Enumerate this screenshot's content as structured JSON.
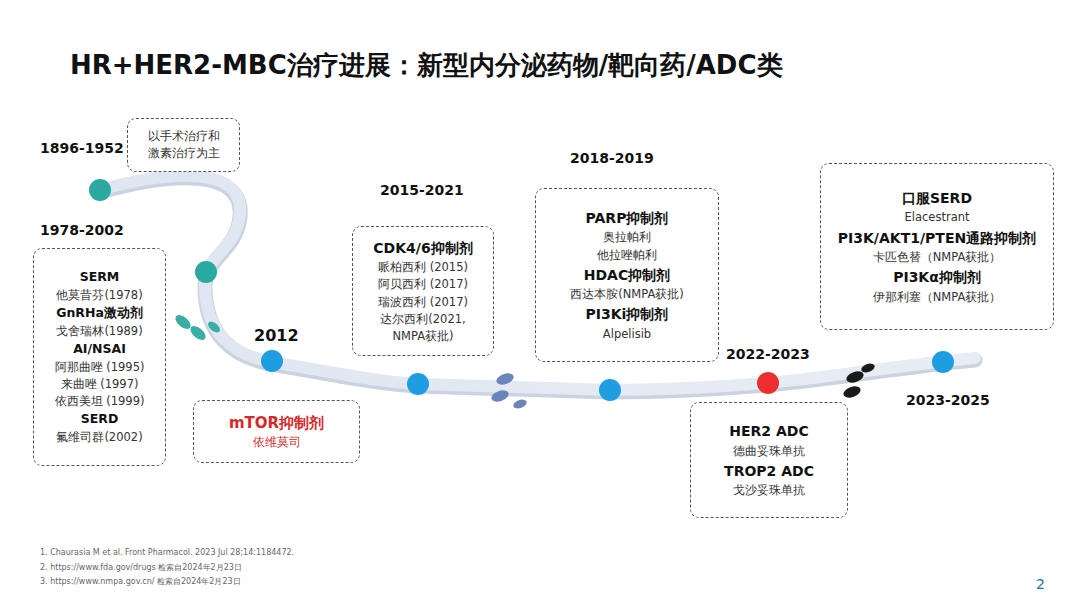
{
  "diagram": {
    "title": "HR+HER2-MBC治疗进展：新型内分泌药物/靶向药/ADC类",
    "nodes": [
      {
        "text": [
          "以手术治疗和 激素治疗为主"
        ]
      },
      {
        "text": [
          "SERM",
          "他莫昔芬(1978)",
          "GnRHa激动剂",
          "戈舍瑞林(1989)",
          "AI/NSAI",
          "阿那曲唑 (1995)",
          "来曲唑 (1997)",
          "依西美坦 (1999)",
          "SERD",
          "氟维司群(2002)"
        ]
      },
      {
        "text": [
          "mTOR抑制剂",
          "依维莫司"
        ]
      },
      {
        "text": [
          "CDK4/6抑制剂",
          "哌柏西利 (2015)",
          "阿贝西利 (2017)",
          "瑞波西利 (2017)",
          "达尔西利(2021, NMPA获批)"
        ]
      },
      {
        "text": [
          "PARP抑制剂",
          "奥拉帕利",
          "他拉唑帕利",
          "HDAC抑制剂",
          "西达本胺(NMPA获批)",
          "PI3Ki抑制剂",
          "Alpelisib"
        ]
      },
      {
        "text": [
          "HER2 ADC",
          "德曲妥珠单抗",
          "TROP2 ADC",
          "戈沙妥珠单抗"
        ]
      },
      {
        "text": [
          "口服SERD",
          "Elacestrant",
          "PI3K/AKT1/PTEN通路抑制剂",
          "卡匹色替（NMPA获批）",
          "PI3Kα抑制剂",
          "伊那利塞（NMPA获批）"
        ]
      }
    ],
    "labels": [
      "1896-1952",
      "1978-2002",
      "2012",
      "2015-2021",
      "2018-2019",
      "2022-2023",
      "2023-2025",
      "1. Chaurasia M et al. Front Pharmacol. 2023 Jul 28;14:1184472.",
      "2. https://www.fda.gov/drugs  检索自2024年2月23日",
      "3. https://www.nmpa.gov.cn/ 检索自2024年2月23日",
      "2"
    ]
  }
}
